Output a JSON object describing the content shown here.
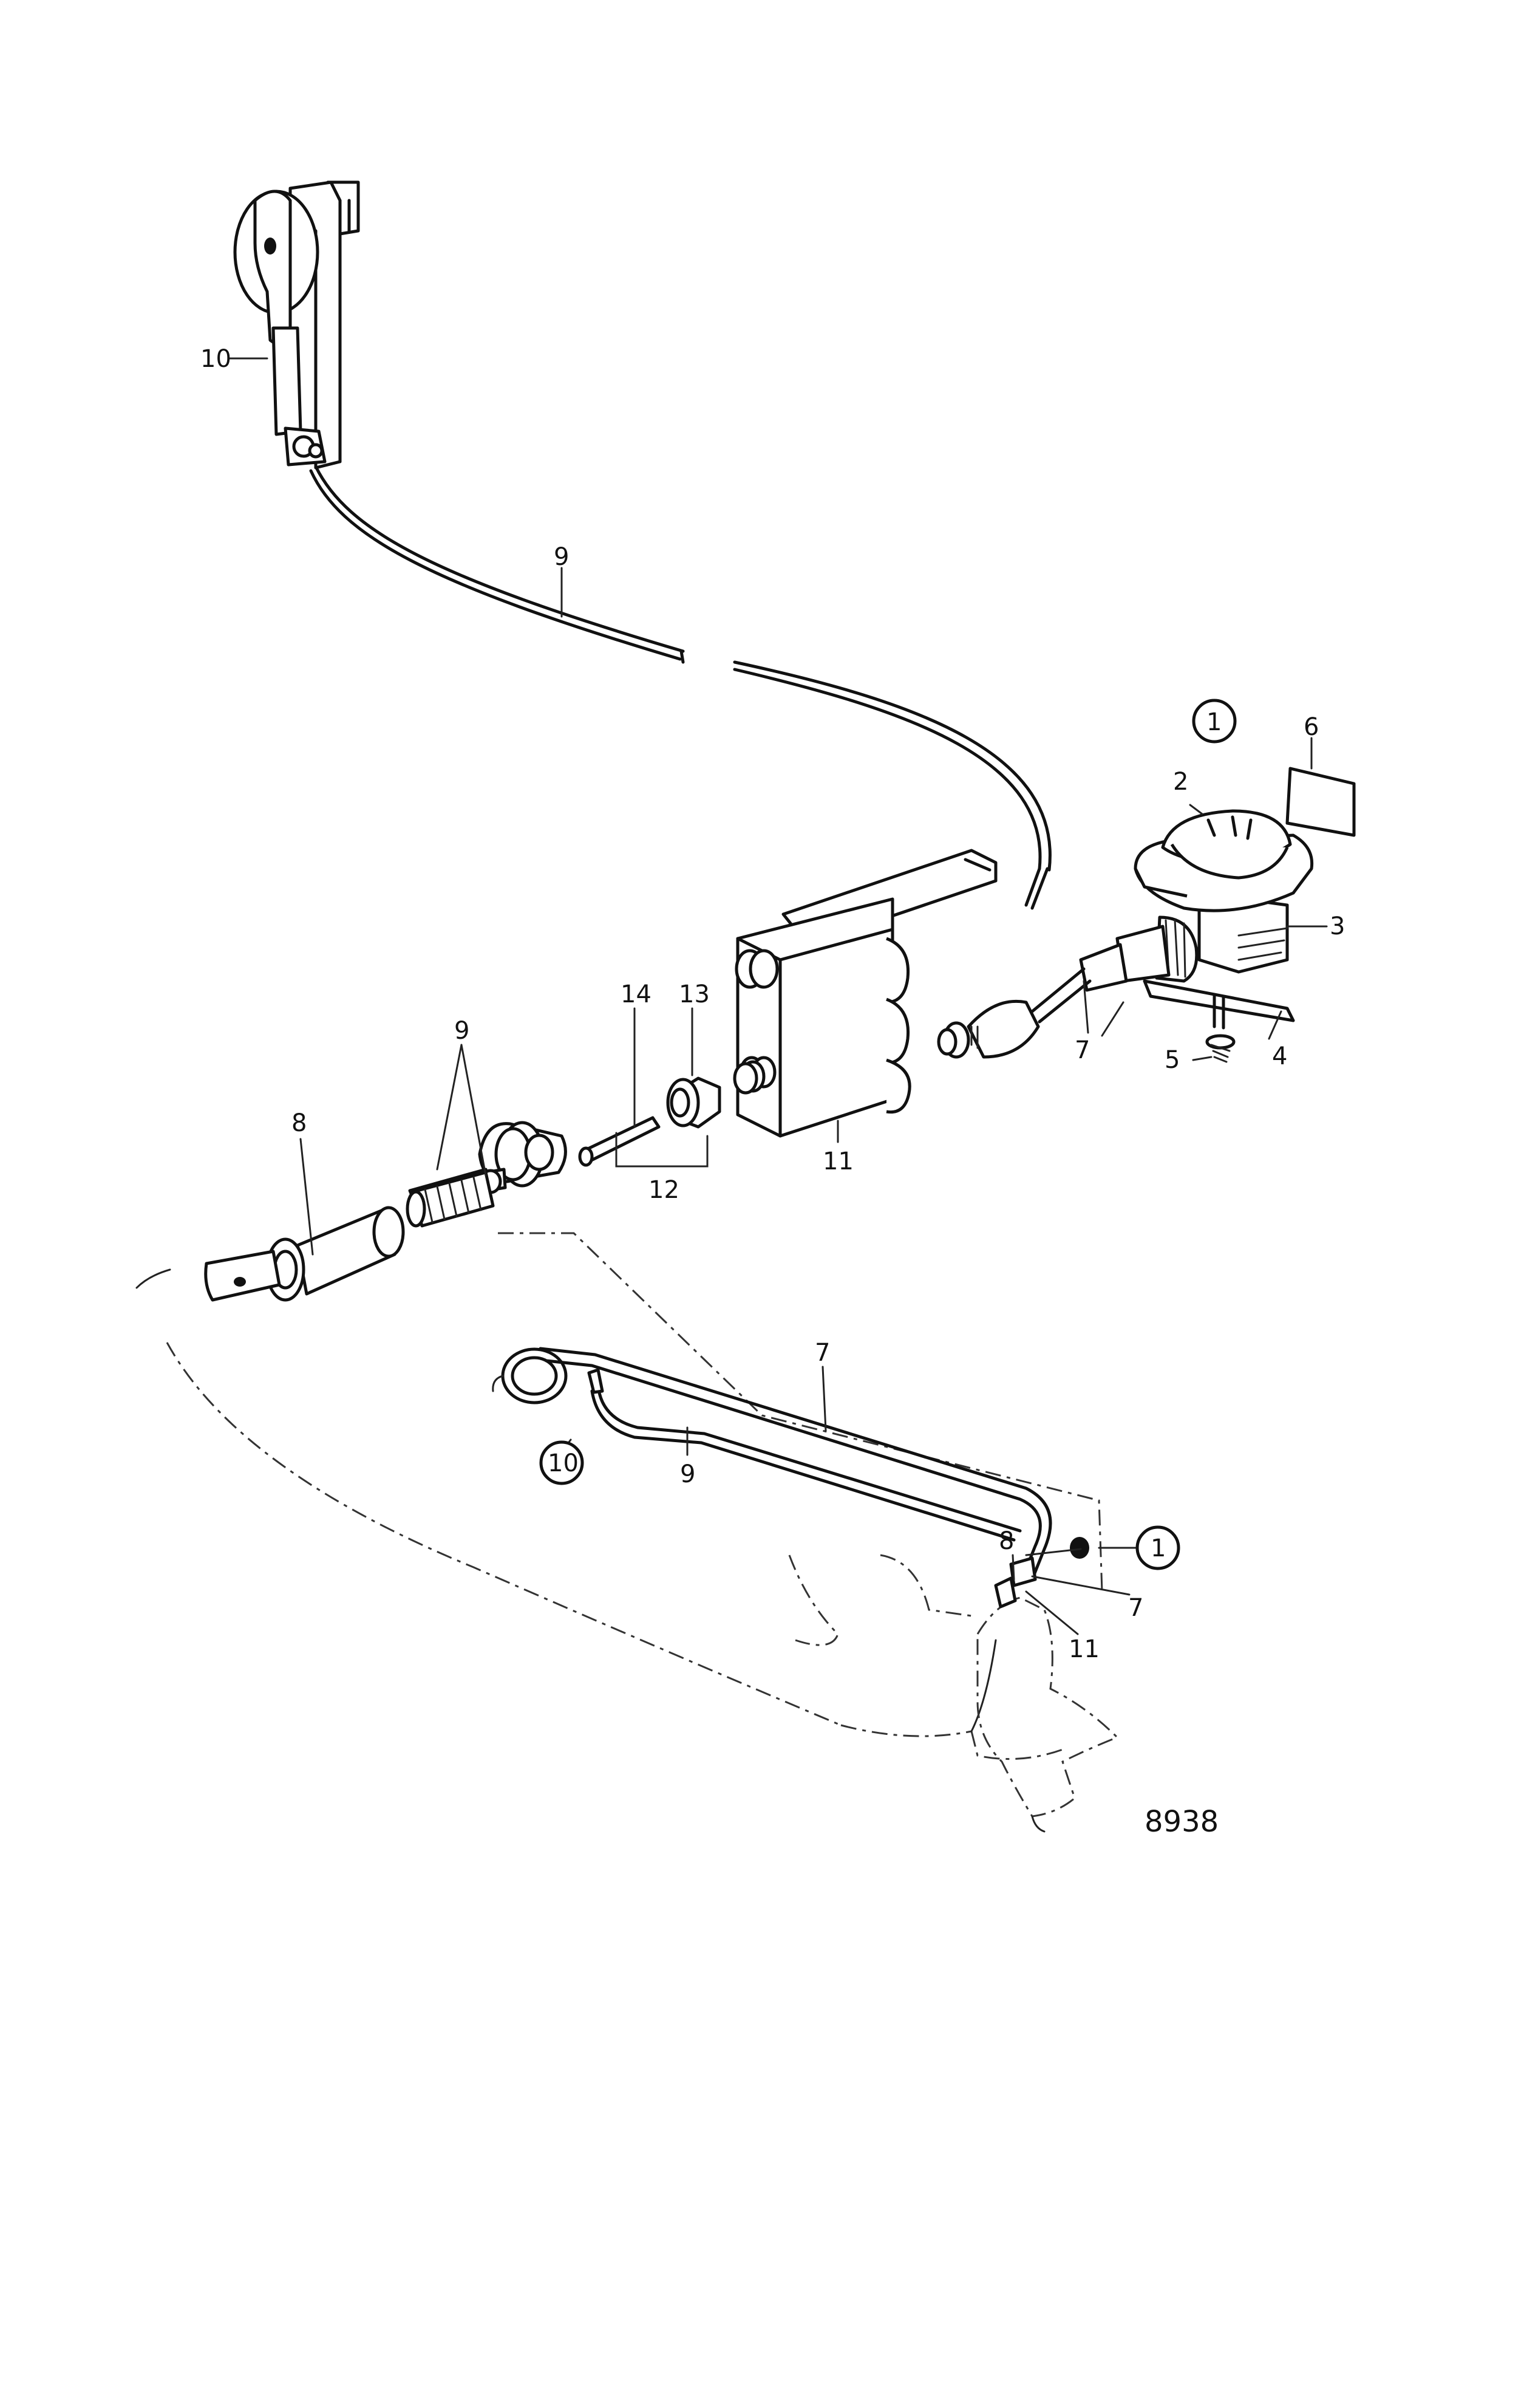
{
  "figure_number": "8938",
  "callouts": {
    "c10_top": "10",
    "c9_cable": "9",
    "c1_top": "1",
    "c6": "6",
    "c2": "2",
    "c3": "3",
    "c14": "14",
    "c13": "13",
    "c9_pins": "9",
    "c7_top": "7",
    "c5": "5",
    "c4": "4",
    "c8_top": "8",
    "c12": "12",
    "c11_top": "11",
    "c7_bottom": "7",
    "c10_bottom": "10",
    "c9_bottom": "9",
    "c1_bottom": "1",
    "c8_bottom": "8",
    "c7_bottom_right": "7",
    "c11_bottom": "11"
  }
}
